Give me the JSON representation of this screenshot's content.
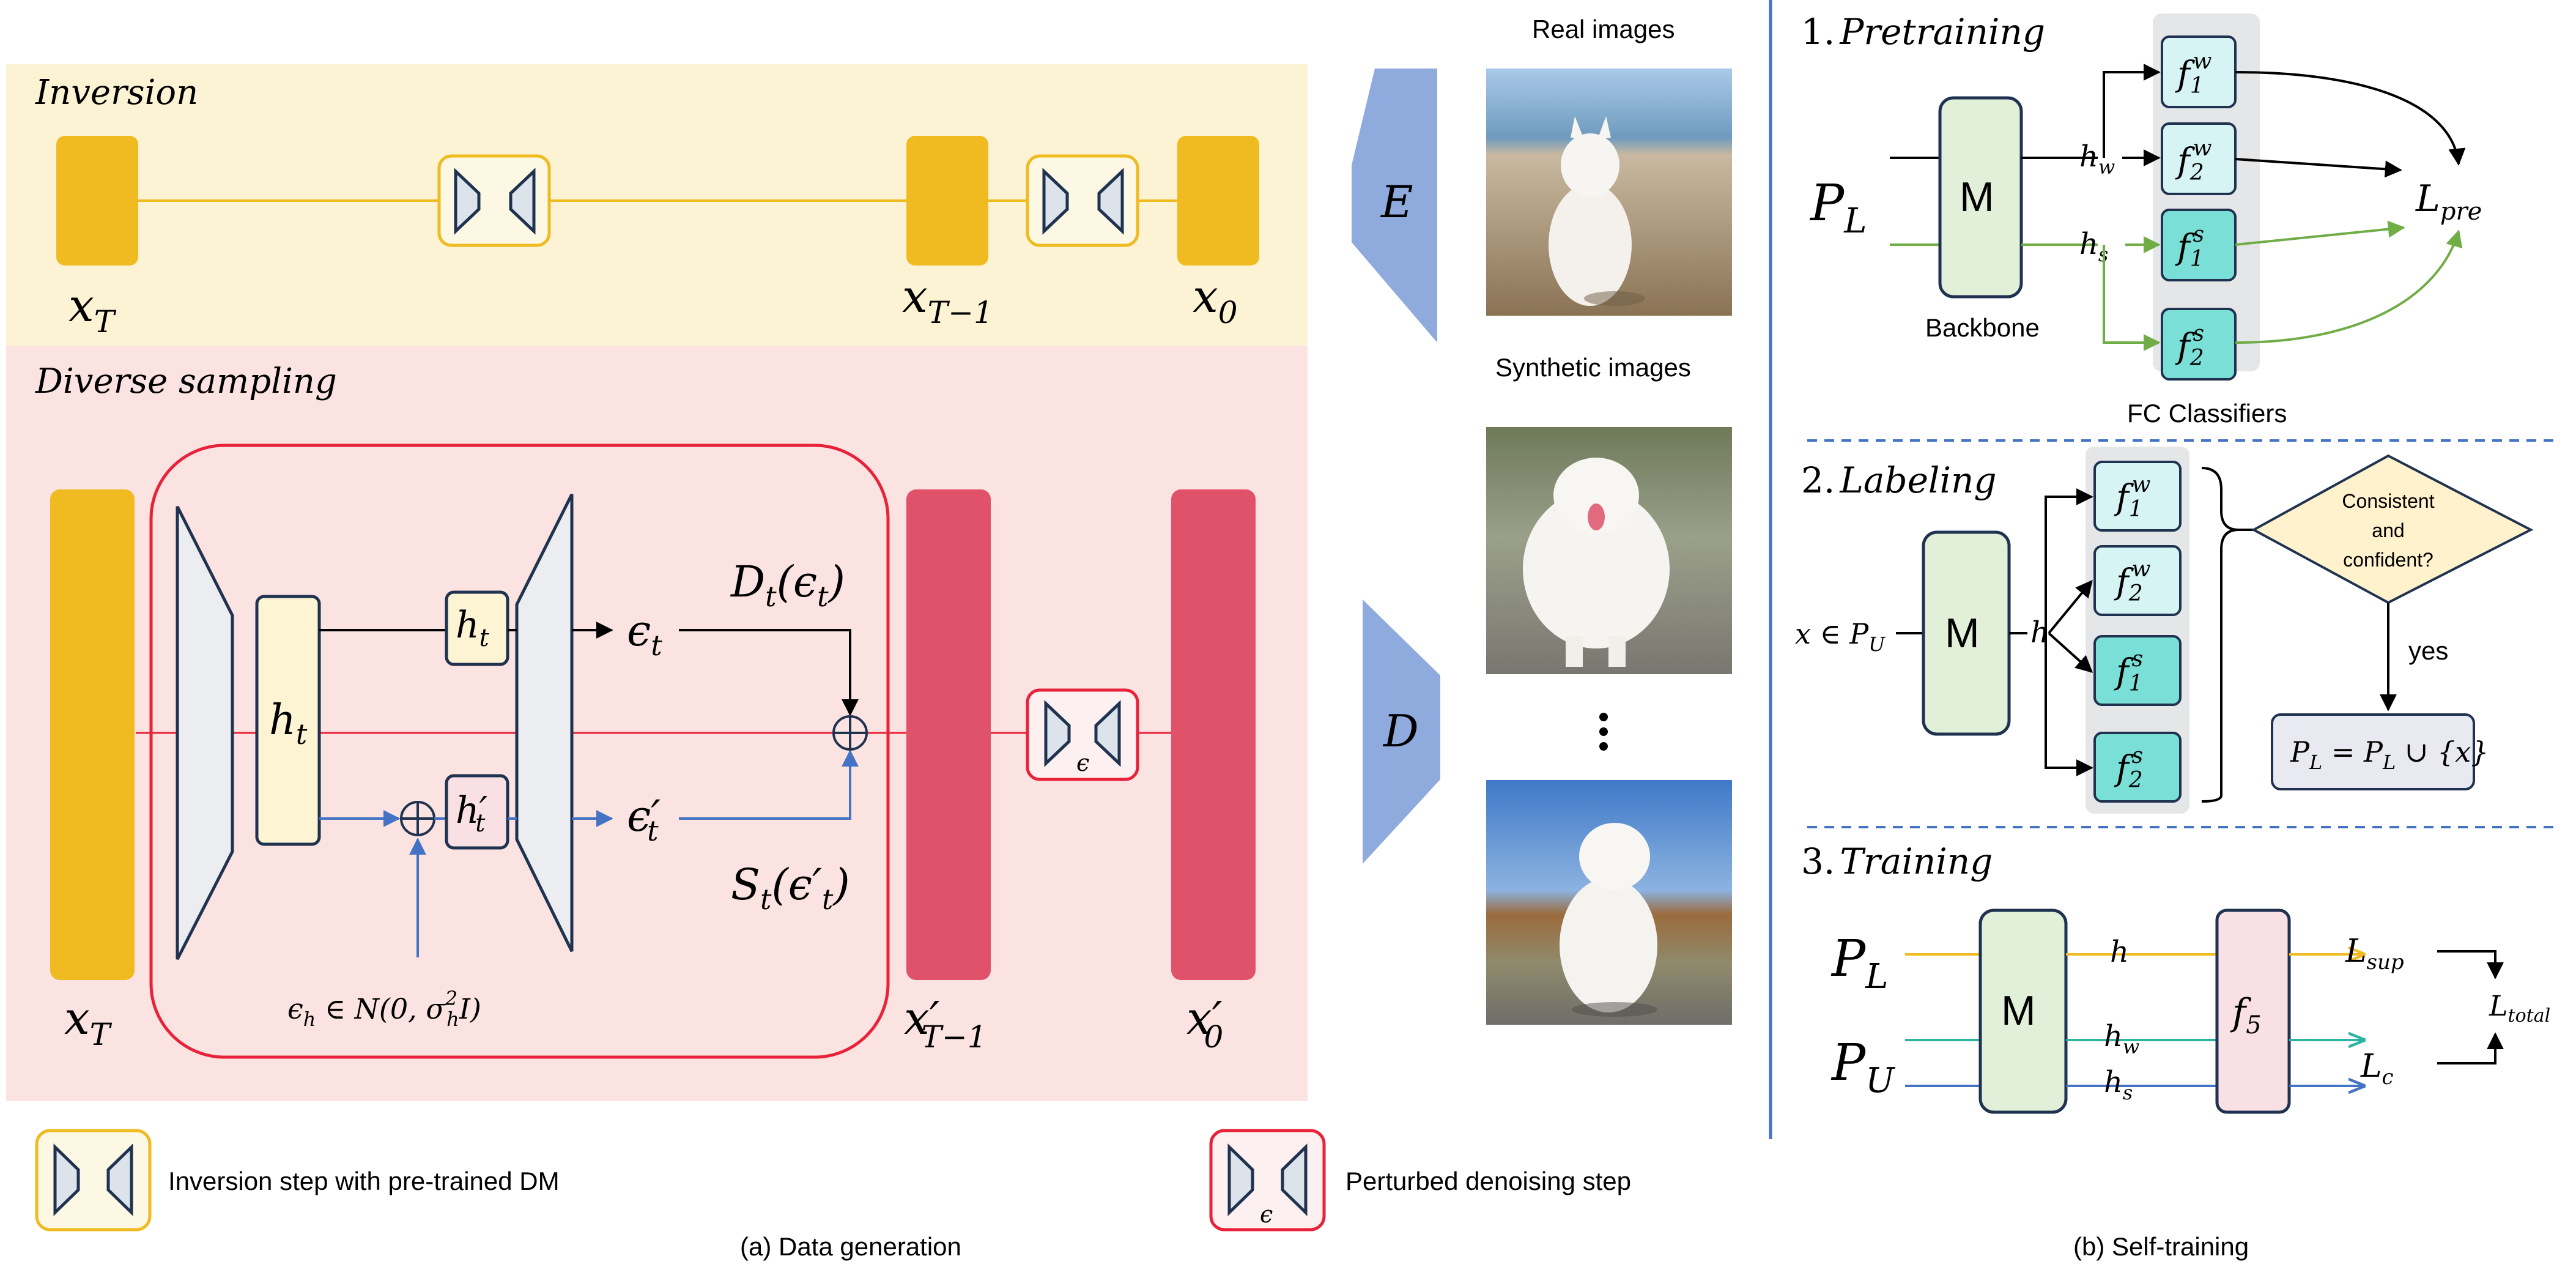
{
  "panel_a": {
    "caption": "(a) Data generation",
    "inversion": {
      "title": "Inversion",
      "labels": {
        "x_t": "x",
        "x_t_sub": "T",
        "x_t1": "x",
        "x_t1_sub": "T−1",
        "x_0": "x",
        "x_0_sub": "0"
      }
    },
    "diverse": {
      "title": "Diverse sampling",
      "h_t": "h",
      "h_t_sub": "t",
      "h_t_small": "h",
      "h_t_small_sub": "t",
      "h_t_prime": "h′",
      "h_t_prime_sub": "t",
      "eps_t": "ϵ",
      "eps_t_sub": "t",
      "eps_t_prime": "ϵ′",
      "eps_t_prime_sub": "t",
      "d_t": "D",
      "d_t_sub": "t",
      "d_t_arg": "(ϵ",
      "d_t_arg_sub": "t",
      "d_t_close": ")",
      "s_t": "S",
      "s_t_sub": "t",
      "s_t_arg": "(ϵ′",
      "s_t_arg_sub": "t",
      "s_t_close": ")",
      "noise": "ϵ",
      "noise_sub": "h",
      "noise_rest": " ∈ N(0, σ",
      "noise_sup": "2",
      "noise_sub2": "h",
      "noise_end": "I)",
      "perturb_symbol": "ϵ",
      "x_t": "x",
      "x_t_sub": "T",
      "x_t1": "x′",
      "x_t1_sub": "T−1",
      "x_0": "x′",
      "x_0_sub": "0"
    },
    "encoder_label": "E",
    "decoder_label": "D",
    "real_images_label": "Real images",
    "synthetic_images_label": "Synthetic images",
    "legend": {
      "inversion": "Inversion step with pre-trained DM",
      "perturbed": "Perturbed denoising step",
      "perturbed_symbol": "ϵ"
    }
  },
  "panel_b": {
    "caption": "(b) Self-training",
    "pretraining": {
      "num": "1.",
      "title": "Pretraining",
      "input": "P",
      "input_sub": "L",
      "model": "M",
      "backbone": "Backbone",
      "fc_classifiers": "FC Classifiers",
      "h_w": "h",
      "h_w_sub": "w",
      "h_s": "h",
      "h_s_sub": "s",
      "f1w": "f",
      "f1w_sub": "1",
      "f1w_sup": "w",
      "f2w": "f",
      "f2w_sub": "2",
      "f2w_sup": "w",
      "f1s": "f",
      "f1s_sub": "1",
      "f1s_sup": "s",
      "f2s": "f",
      "f2s_sub": "2",
      "f2s_sup": "s",
      "loss": "L",
      "loss_sub": "pre"
    },
    "labeling": {
      "num": "2.",
      "title": "Labeling",
      "input": "x ∈ P",
      "input_sub": "U",
      "model": "M",
      "h": "h",
      "f1w": "f",
      "f1w_sub": "1",
      "f1w_sup": "w",
      "f2w": "f",
      "f2w_sub": "2",
      "f2w_sup": "w",
      "f1s": "f",
      "f1s_sub": "1",
      "f1s_sup": "s",
      "f2s": "f",
      "f2s_sub": "2",
      "f2s_sup": "s",
      "decision_line1": "Consistent",
      "decision_line2": "and",
      "decision_line3": "confident?",
      "yes": "yes",
      "update": "P",
      "update_sub": "L",
      "update_mid": " = P",
      "update_sub2": "L",
      "update_end": " ∪ {x}"
    },
    "training": {
      "num": "3.",
      "title": "Training",
      "input_l": "P",
      "input_l_sub": "L",
      "input_u": "P",
      "input_u_sub": "U",
      "model": "M",
      "h": "h",
      "h_w": "h",
      "h_w_sub": "w",
      "h_s": "h",
      "h_s_sub": "s",
      "f5": "f",
      "f5_sub": "5",
      "l_sup": "L",
      "l_sup_sub": "sup",
      "l_c": "L",
      "l_c_sub": "c",
      "l_total": "L",
      "l_total_sub": "total"
    }
  },
  "colors": {
    "inversion_bg": "#fcf3d4",
    "diverse_bg": "#fbe3e1",
    "gold": "#efbb21",
    "crimson": "#e0526a",
    "red_line": "#e8223a",
    "blue_line": "#4472c4",
    "green_line": "#70ad47",
    "teal": "#7adfd6",
    "light_teal": "#d6f4f3",
    "model_green": "#e2f0d9",
    "pink": "#f9e0e4",
    "cream": "#fdf4d4",
    "divider": "#4472c4",
    "encoder": "#8faadc"
  }
}
